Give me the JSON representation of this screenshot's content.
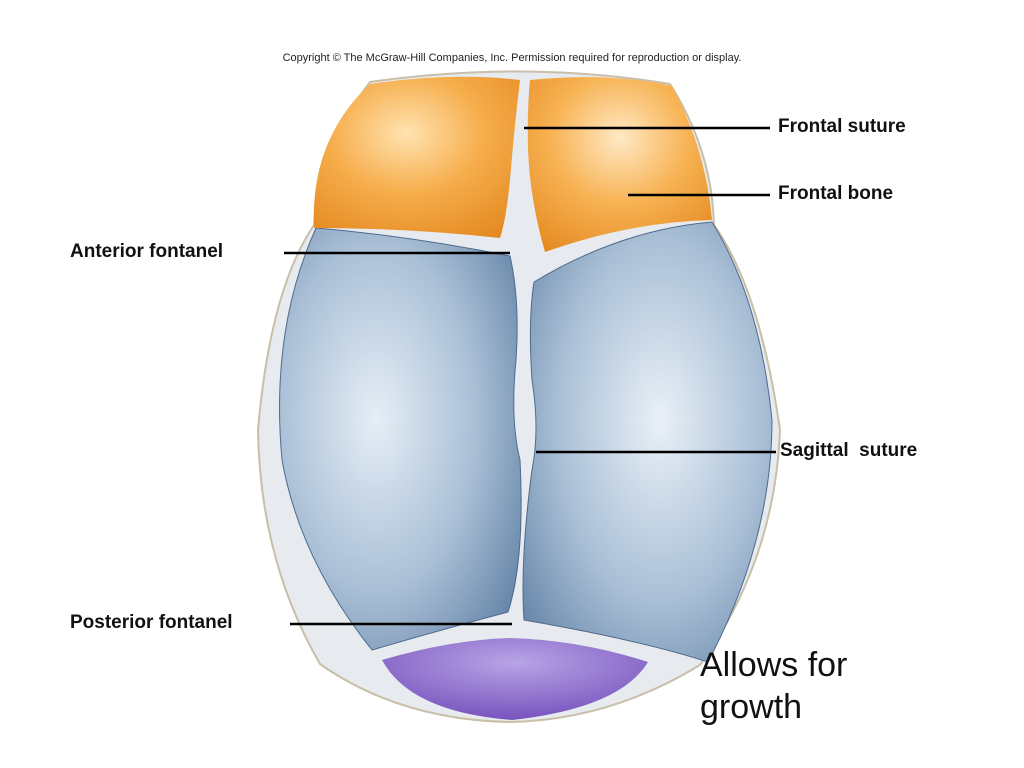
{
  "copyright": "Copyright © The McGraw-Hill Companies, Inc. Permission required for reproduction or display.",
  "labels": {
    "frontal_suture": "Frontal suture",
    "frontal_bone": "Frontal bone",
    "anterior_fontanel": "Anterior fontanel",
    "sagittal_suture": "Sagittal  suture",
    "posterior_fontanel": "Posterior fontanel"
  },
  "note": "Allows for growth",
  "colors": {
    "frontal_bone": "#f2a23a",
    "parietal_bone": "#8fa8c4",
    "occipital_bone": "#8a6ac6",
    "fontanel_membrane": "#e7ebef",
    "leader_line": "#000000"
  }
}
